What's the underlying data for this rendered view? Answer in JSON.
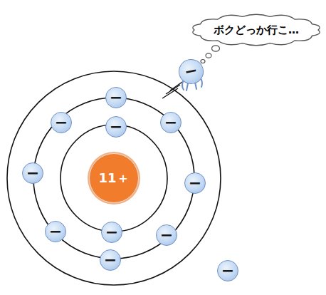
{
  "diagram": {
    "nodes": [
      {
        "text": [
          "ボクどっか行こ…"
        ]
      },
      {
        "text": [
          "−"
        ]
      },
      {
        "text": [
          "11＋"
        ]
      },
      {
        "text": [
          "−"
        ]
      },
      {
        "text": [
          "−"
        ]
      },
      {
        "text": [
          "−"
        ]
      },
      {
        "text": [
          "−"
        ]
      },
      {
        "text": [
          "−"
        ]
      },
      {
        "text": [
          "−"
        ]
      },
      {
        "text": [
          "−"
        ]
      },
      {
        "text": [
          "−"
        ]
      },
      {
        "text": [
          "−"
        ]
      },
      {
        "text": [
          "−"
        ]
      },
      {
        "text": [
          "−"
        ]
      }
    ]
  }
}
